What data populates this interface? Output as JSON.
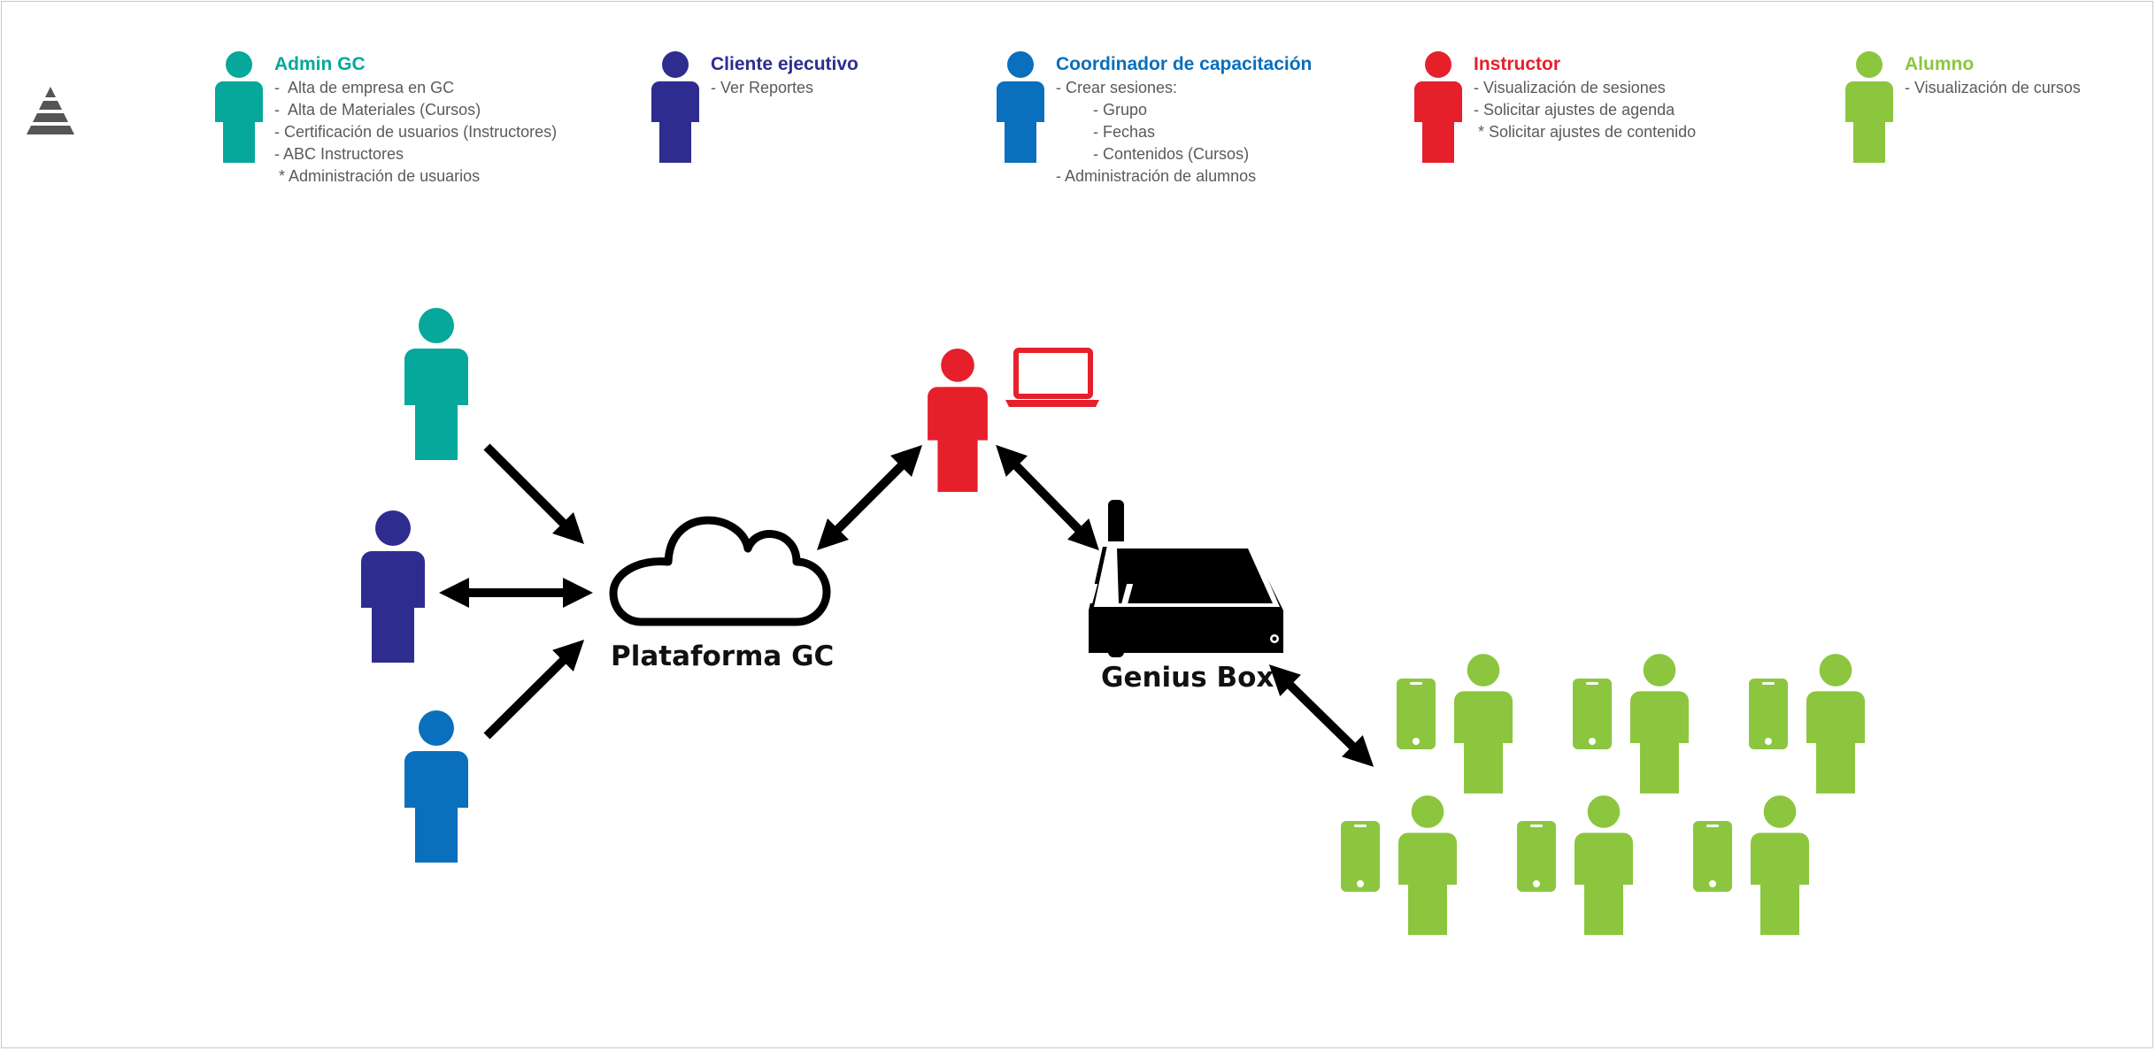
{
  "colors": {
    "admin": "#05a89a",
    "cliente": "#2e2d8f",
    "coordinador": "#0a6fbd",
    "instructor": "#e6202b",
    "alumno": "#8cc63f",
    "arrow": "#000000"
  },
  "legend": [
    {
      "key": "admin",
      "title": "Admin GC",
      "items": [
        {
          "text": "-  Alta de empresa en GC",
          "indent": false
        },
        {
          "text": "-  Alta de Materiales (Cursos)",
          "indent": false
        },
        {
          "text": "- Certificación de usuarios (Instructores)",
          "indent": false
        },
        {
          "text": "- ABC Instructores",
          "indent": false
        },
        {
          "text": " * Administración de usuarios",
          "indent": false
        }
      ]
    },
    {
      "key": "cliente",
      "title": "Cliente ejecutivo",
      "items": [
        {
          "text": "- Ver Reportes",
          "indent": false
        }
      ]
    },
    {
      "key": "coordinador",
      "title": "Coordinador de capacitación",
      "items": [
        {
          "text": "- Crear sesiones:",
          "indent": false
        },
        {
          "text": "- Grupo",
          "indent": true
        },
        {
          "text": "- Fechas",
          "indent": true
        },
        {
          "text": "- Contenidos (Cursos)",
          "indent": true
        },
        {
          "text": "- Administración de alumnos",
          "indent": false
        }
      ]
    },
    {
      "key": "instructor",
      "title": "Instructor",
      "items": [
        {
          "text": "- Visualización de sesiones",
          "indent": false
        },
        {
          "text": "- Solicitar ajustes de agenda",
          "indent": false
        },
        {
          "text": " * Solicitar ajustes de contenido",
          "indent": false
        }
      ]
    },
    {
      "key": "alumno",
      "title": "Alumno",
      "items": [
        {
          "text": "- Visualización de cursos",
          "indent": false
        }
      ]
    }
  ],
  "diagram": {
    "platform_label": "Plataforma GC",
    "device_label": "Genius Box"
  },
  "icons": {
    "logo": "stacked-pyramid-logo-icon",
    "person": "person-icon",
    "laptop": "laptop-icon",
    "cloud": "cloud-icon",
    "router": "router-icon",
    "phone": "smartphone-icon"
  }
}
